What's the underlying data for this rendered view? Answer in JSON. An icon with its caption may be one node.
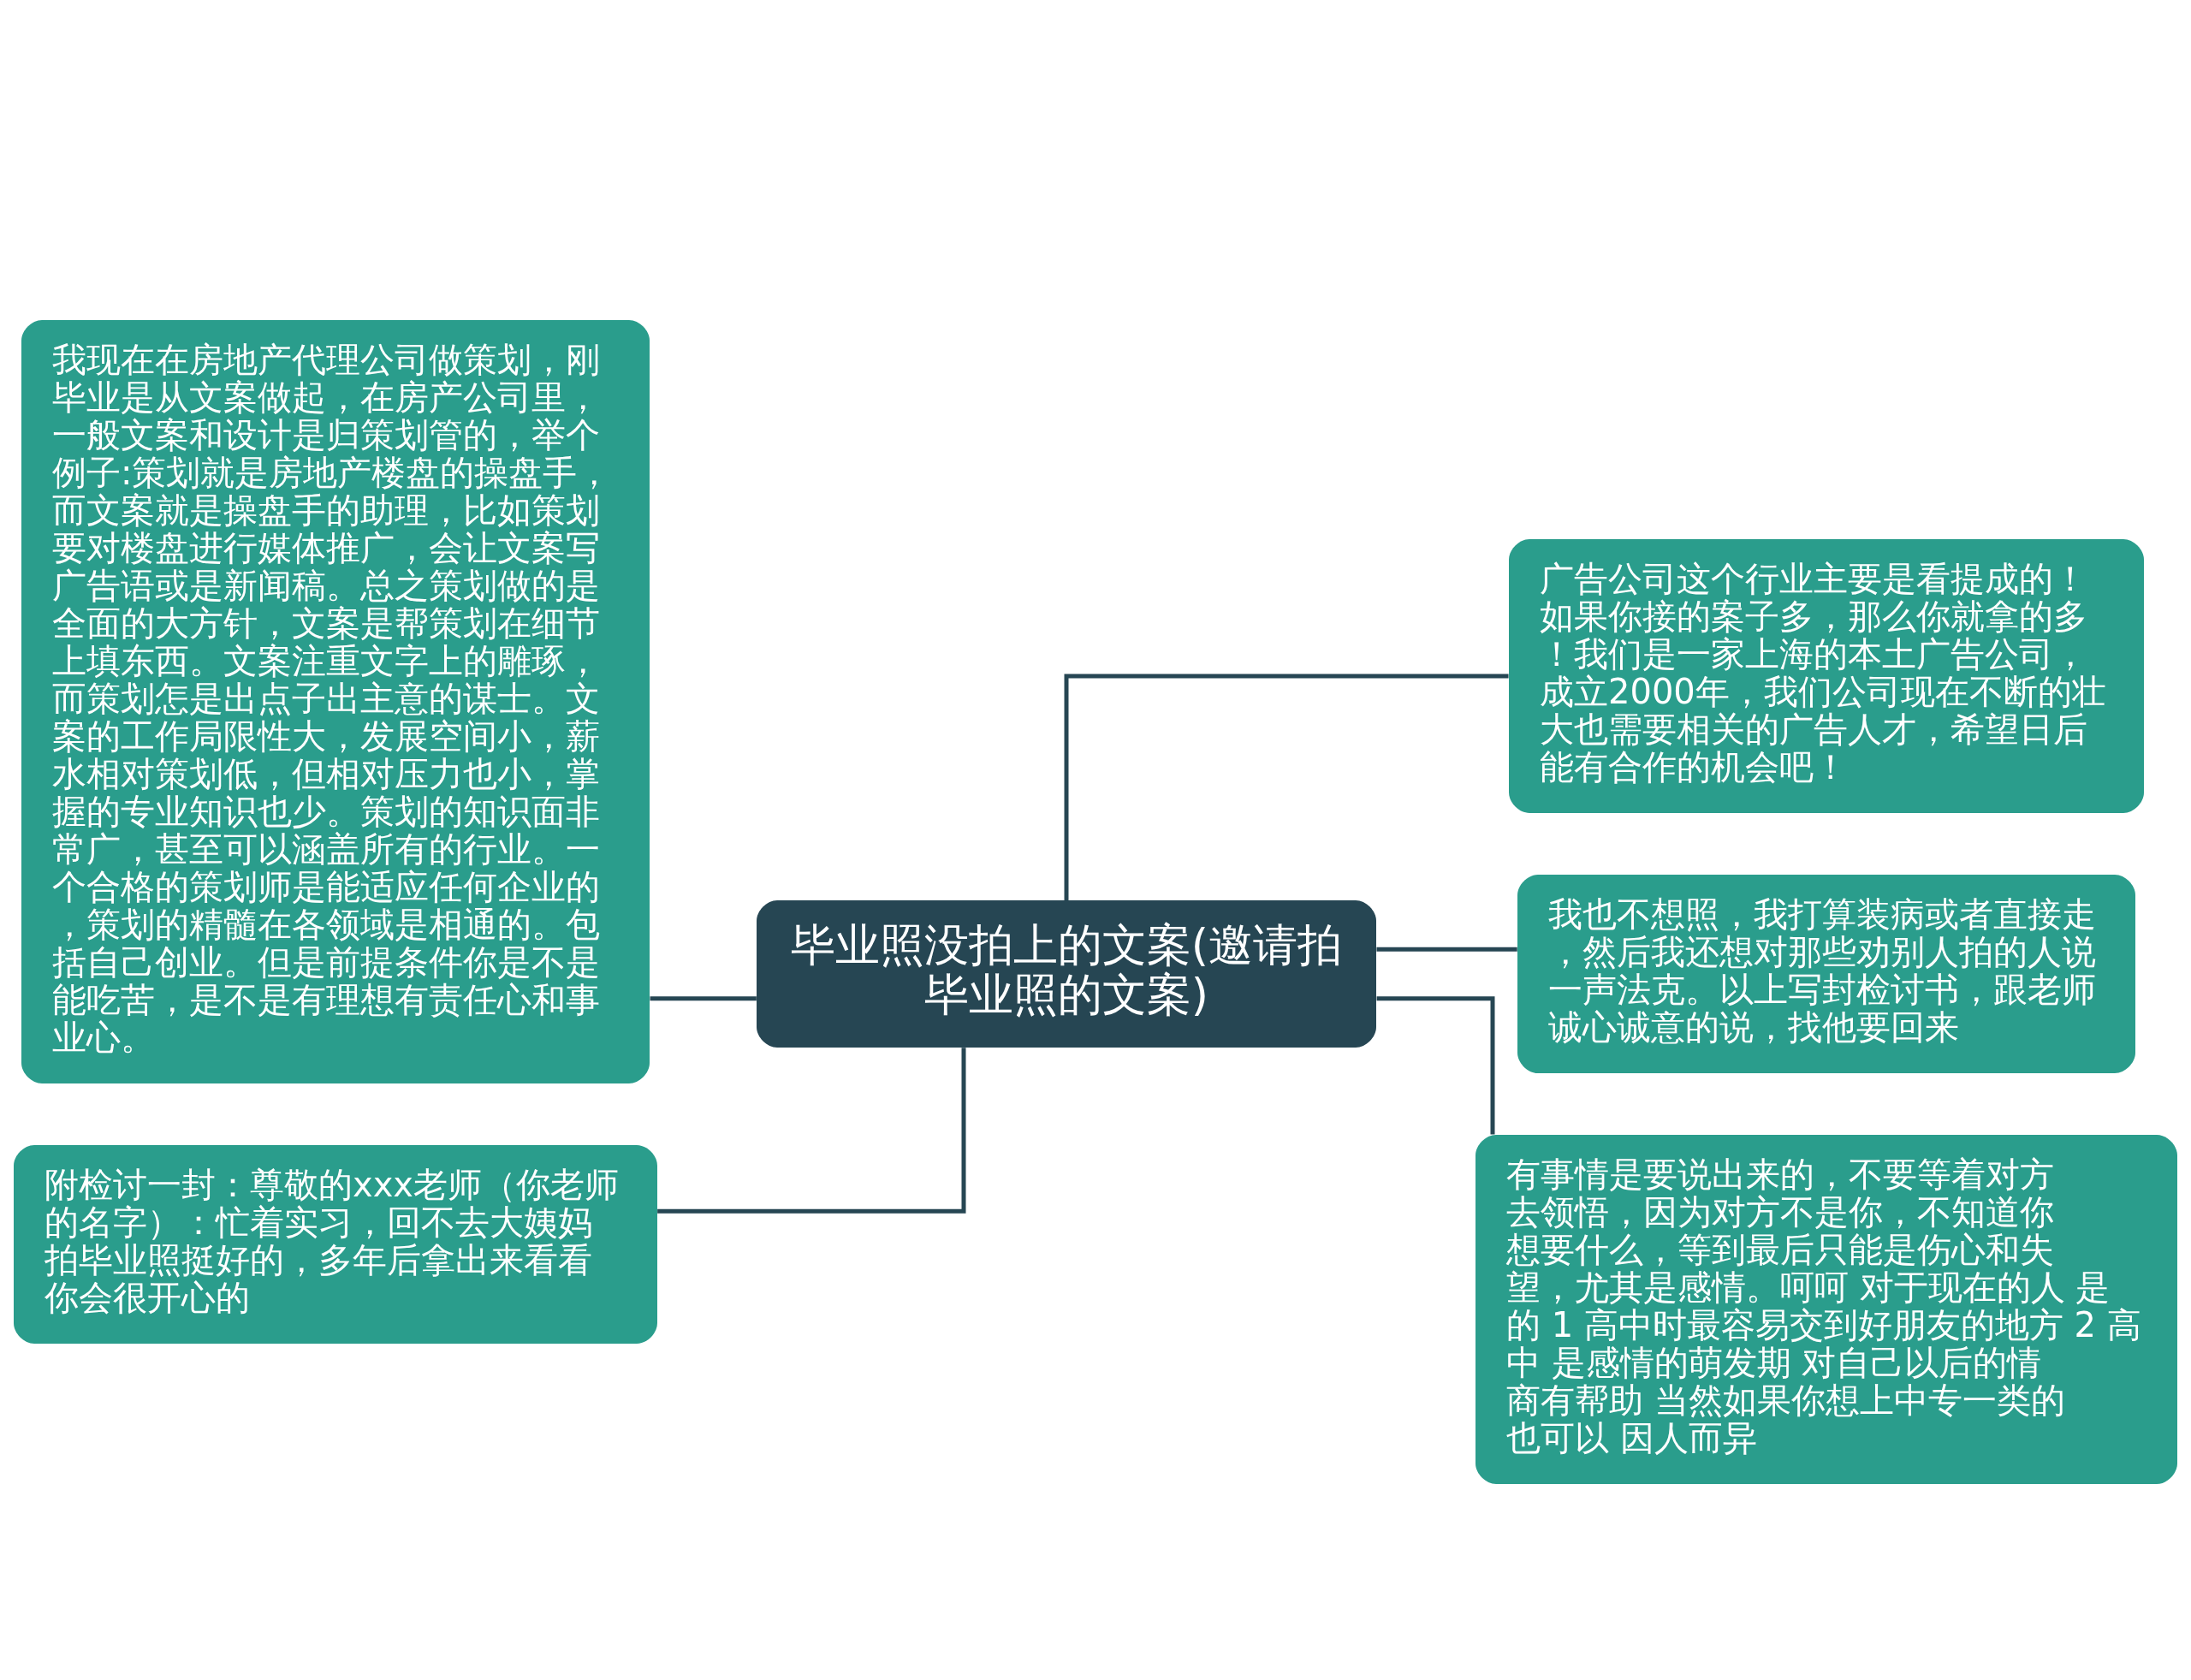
{
  "diagram": {
    "nodes": [
      {
        "text": [
          "毕业照没拍上的文案(邀请拍毕业照的文案)"
        ]
      },
      {
        "text": [
          "我现在在房地产代理公司做策划，刚毕业是从文案做起，在房产公司里，一般文案和设计是归策划管的，举个例子:策划就是房地产楼盘的操盘手，而文案就是操盘手的助理，比如策划要对楼盘进行媒体推广，会让文案写广告语或是新闻稿。总之策划做的是全面的大方针，文案是帮策划在细节上填东西。文案注重文字上的雕琢，而策划怎是出点子出主意的谋士。文案的工作局限性大，发展空间小，薪水相对策划低，但相对压力也小，掌握的专业知识也少。策划的知识面非常广，甚至可以涵盖所有的行业。一个合格的策划师是能适应任何企业的，策划的精髓在各领域是相通的。包括自己创业。但是前提条件你是不是能吃苦，是不是有理想有责任心和事业心。"
        ]
      },
      {
        "text": [
          "附检讨一封：尊敬的xxx老师（你老师的名字）：忙着实习，回不去大姨妈拍毕业照挺好的，多年后拿出来看看你会很开心的"
        ]
      },
      {
        "text": [
          "广告公司这个行业主要是看提成的！如果你接的案子多，那么你就拿的多！我们是一家上海的本土广告公司，成立2000年，我们公司现在不断的壮大也需要相关的广告人才，希望日后能有合作的机会吧！"
        ]
      },
      {
        "text": [
          "我也不想照，我打算装病或者直接走，然后我还想对那些劝别人拍的人说一声法克。以上写封检讨书，跟老师诚心诚意的说，找他要回来"
        ]
      },
      {
        "text": [
          "有事情是要说出来的，不要等着对方去领悟，因为对方不是你，不知道你想要什么，等到最后只能是伤心和失望，尤其是感情。呵呵 对于现在的人 是的 1 高中时最容易交到好朋友的地方 2 高中 是感情的萌发期 对自己以后的情商有帮助 当然如果你想上中专一类的也可以 因人而异"
        ]
      }
    ],
    "edges": [
      {
        "from": 0,
        "to": 1,
        "arrow": "none"
      },
      {
        "from": 0,
        "to": 2,
        "arrow": "none"
      },
      {
        "from": 0,
        "to": 3,
        "arrow": "none"
      },
      {
        "from": 0,
        "to": 4,
        "arrow": "none"
      },
      {
        "from": 0,
        "to": 5,
        "arrow": "none"
      }
    ]
  }
}
